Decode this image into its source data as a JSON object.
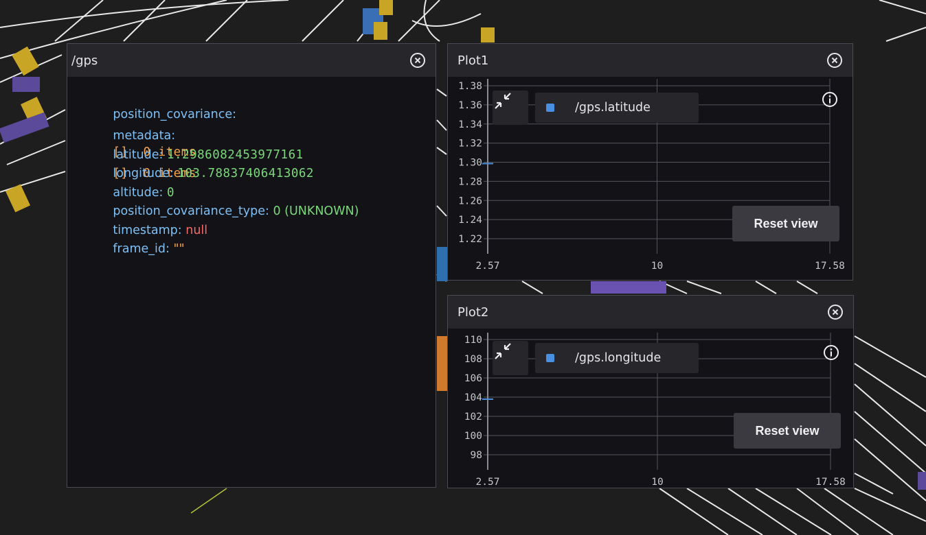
{
  "gps_panel": {
    "title": "/gps",
    "fields": {
      "position_covariance": {
        "key": "position_covariance:",
        "value": "[]  0 items"
      },
      "metadata": {
        "key": "metadata:",
        "value": "[]  0 items"
      },
      "latitude": {
        "key": "latitude: ",
        "value": "1.2986082453977161"
      },
      "longitude": {
        "key": "longitude: ",
        "value": "103.78837406413062"
      },
      "altitude": {
        "key": "altitude: ",
        "value": "0"
      },
      "position_covariance_type": {
        "key": "position_covariance_type: ",
        "value": "0 (UNKNOWN)"
      },
      "timestamp": {
        "key": "timestamp: ",
        "value": "null"
      },
      "frame_id": {
        "key": "frame_id: ",
        "value": "\"\""
      }
    }
  },
  "plot1": {
    "title": "Plot1",
    "legend_label": "/gps.latitude",
    "reset_label": "Reset view",
    "y_ticks": [
      "1.38",
      "1.36",
      "1.34",
      "1.32",
      "1.30",
      "1.28",
      "1.26",
      "1.24",
      "1.22"
    ],
    "x_ticks": [
      "2.57",
      "10",
      "17.58"
    ]
  },
  "plot2": {
    "title": "Plot2",
    "legend_label": "/gps.longitude",
    "reset_label": "Reset view",
    "y_ticks": [
      "110",
      "108",
      "106",
      "104",
      "102",
      "100",
      "98"
    ],
    "x_ticks": [
      "2.57",
      "10",
      "17.58"
    ]
  },
  "chart_data": [
    {
      "type": "line",
      "series": [
        {
          "name": "/gps.latitude",
          "x": [
            2.57
          ],
          "y": [
            1.2986082453977161
          ]
        }
      ],
      "xlim": [
        2.57,
        17.58
      ],
      "ylim": [
        1.21,
        1.38
      ],
      "grid": true,
      "legend": "top-left"
    },
    {
      "type": "line",
      "series": [
        {
          "name": "/gps.longitude",
          "x": [
            2.57
          ],
          "y": [
            103.78837406413062
          ]
        }
      ],
      "xlim": [
        2.57,
        17.58
      ],
      "ylim": [
        97,
        110
      ],
      "grid": true,
      "legend": "top-left"
    }
  ],
  "colors": {
    "key": "#7ec0f5",
    "number": "#7bd97b",
    "array": "#f4a34b",
    "null": "#f36b6b",
    "series": "#4a90e2"
  }
}
